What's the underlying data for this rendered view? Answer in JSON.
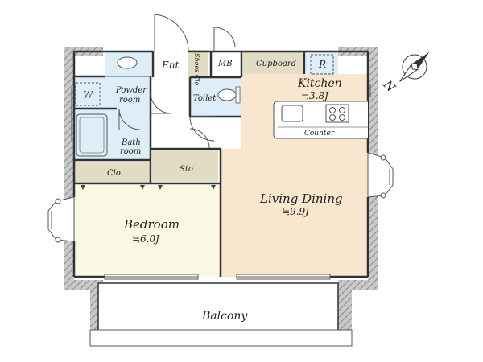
{
  "rooms": {
    "entrance": "Ent",
    "shoes_closet": "Shoes Clo",
    "meter_box": "MB",
    "cupboard": "Cupboard",
    "refrigerator": "R",
    "kitchen": "Kitchen",
    "kitchen_size": "≒3.8J",
    "counter": "Counter",
    "toilet": "Toilet",
    "washer": "W",
    "powder_room": [
      "Powder",
      "room"
    ],
    "bath_room": [
      "Bath",
      "room"
    ],
    "closet": "Clo",
    "storage": "Sto",
    "living_dining": "Living Dining",
    "living_dining_size": "≒9.9J",
    "bedroom": "Bedroom",
    "bedroom_size": "≒6.0J",
    "balcony": "Balcony"
  },
  "compass": {
    "label": "N"
  },
  "colors": {
    "living_floor": "#f8e6cf",
    "wet_area": "#ddeef8",
    "storage": "#e3dcc4",
    "cupboard": "#e3dcc4",
    "bedroom_floor": "#fbf8e3",
    "ent_floor": "#ffffff",
    "wall_hatch": "#9a9a9a",
    "wall_line": "#333333"
  }
}
